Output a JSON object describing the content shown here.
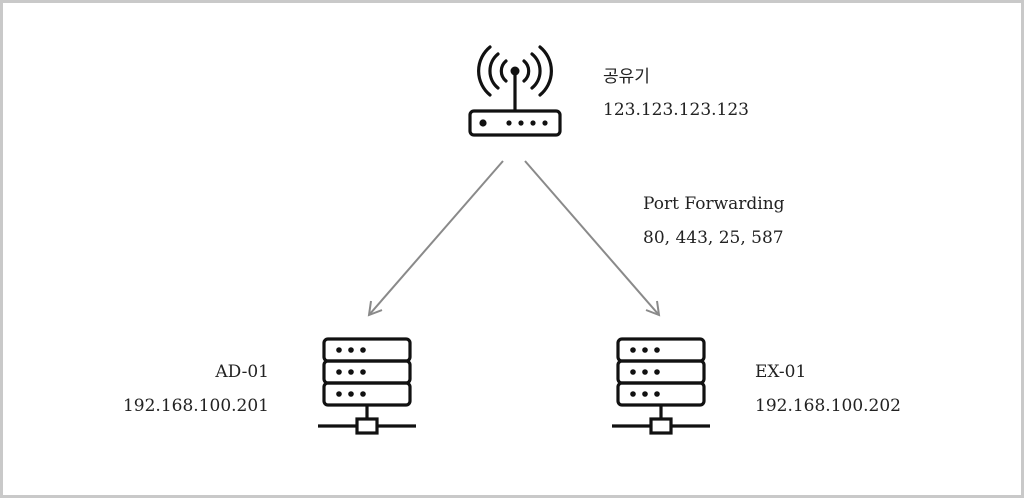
{
  "router": {
    "name": "공유기",
    "ip": "123.123.123.123",
    "icon": "wifi-router-icon"
  },
  "forwarding": {
    "title": "Port Forwarding",
    "ports": "80, 443, 25, 587"
  },
  "servers": [
    {
      "name": "AD-01",
      "ip": "192.168.100.201",
      "icon": "server-rack-icon"
    },
    {
      "name": "EX-01",
      "ip": "192.168.100.202",
      "icon": "server-rack-icon"
    }
  ],
  "colors": {
    "line": "#8a8a8a",
    "icon": "#111111",
    "border": "#c9c9c9"
  }
}
